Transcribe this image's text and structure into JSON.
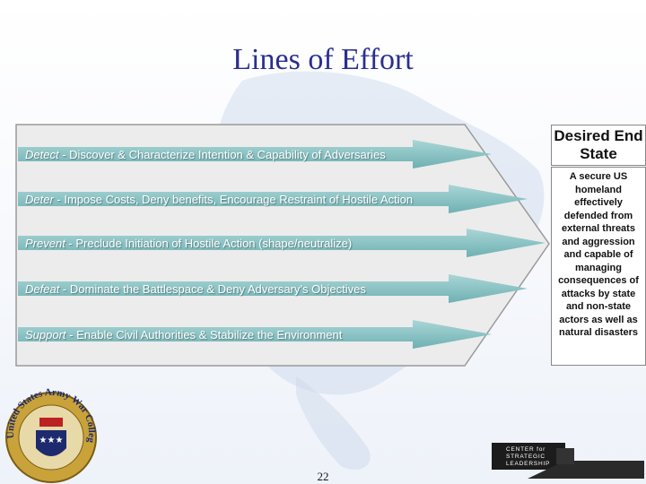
{
  "slide": {
    "title": "Lines of Effort",
    "page_number": "22"
  },
  "lines_of_effort": [
    {
      "keyword": "Detect",
      "description": " - Discover & Characterize Intention & Capability of Adversaries"
    },
    {
      "keyword": "Deter",
      "description": " - Impose Costs, Deny benefits, Encourage Restraint of Hostile Action"
    },
    {
      "keyword": "Prevent",
      "description": " - Preclude Initiation of Hostile Action (shape/neutralize)"
    },
    {
      "keyword": "Defeat",
      "description": " - Dominate the Battlespace & Deny Adversary’s Objectives"
    },
    {
      "keyword": "Support",
      "description": " - Enable Civil Authorities & Stabilize the Environment"
    }
  ],
  "end_state": {
    "heading": "Desired End State",
    "body": "A secure US homeland effectively defended from external threats and aggression and capable of managing consequences of attacks by state and non-state actors as well as natural disasters"
  },
  "seal": {
    "ring_text": "United States Army War College",
    "icon": "army-war-college-seal-icon"
  },
  "logo": {
    "line1": "CENTER for",
    "line2": "STRATEGIC",
    "line3": "LEADERSHIP"
  },
  "colors": {
    "title": "#2a2f8f",
    "arrow_fill": "#8fc6c7",
    "frame_fill": "#ececec",
    "logo_bg": "#1c1c1c"
  }
}
